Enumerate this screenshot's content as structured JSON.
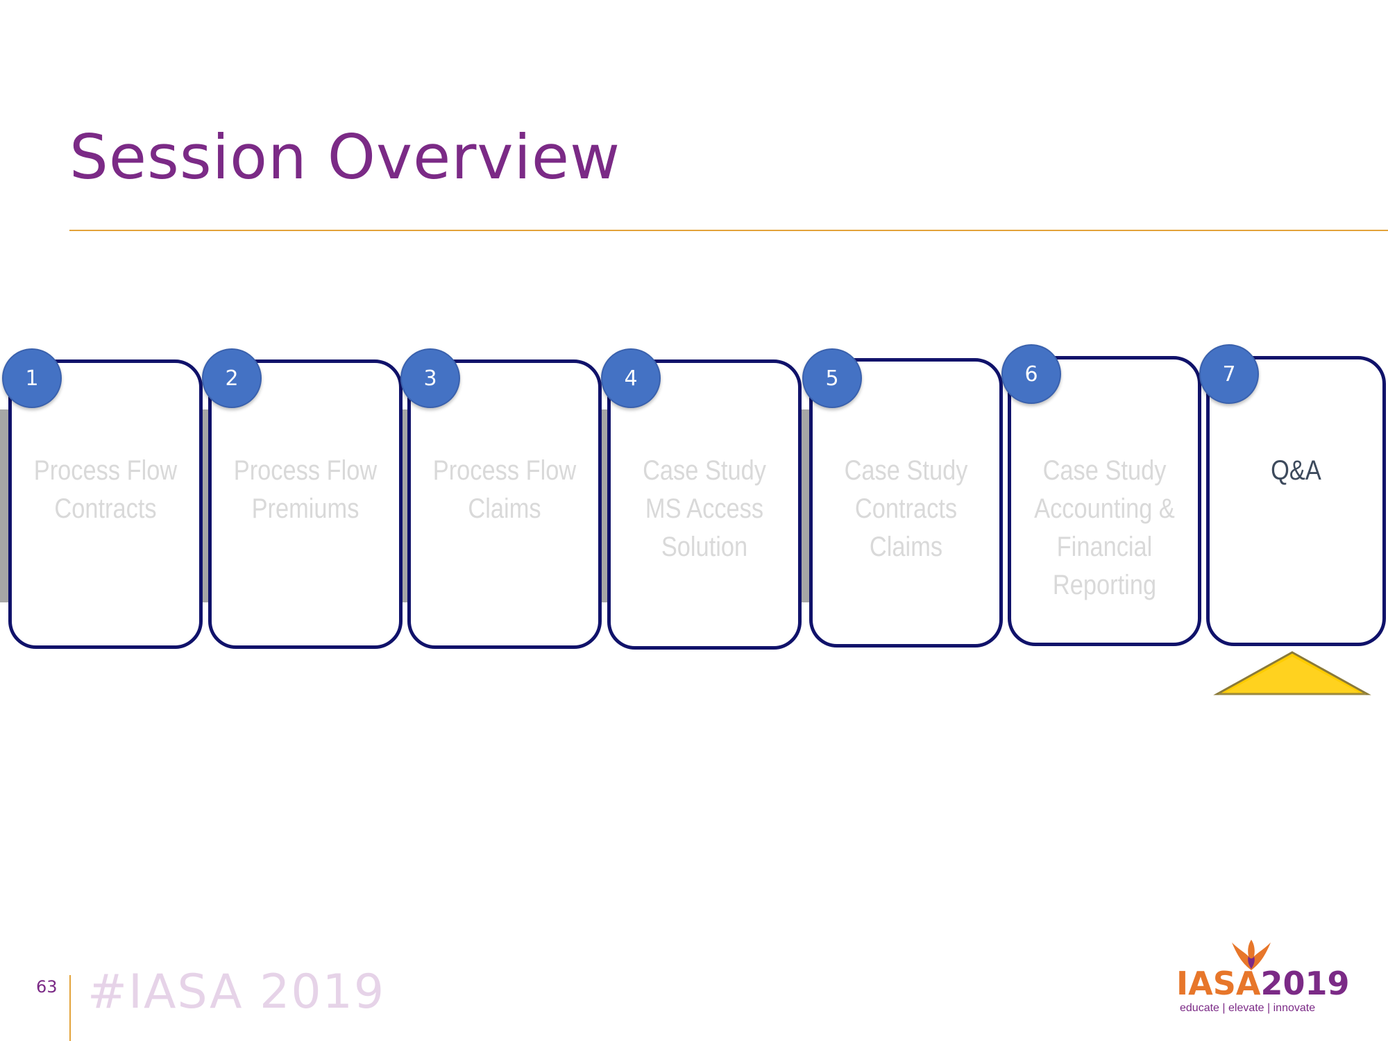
{
  "slide": {
    "title": "Session Overview",
    "page_number": "63",
    "hashtag": "#IASA 2019"
  },
  "colors": {
    "title": "#7b2a86",
    "accent_rule": "#e3a33a",
    "card_border": "#10126a",
    "badge": "#4472c4",
    "inactive_text": "#d9d9d9",
    "active_text": "#3d4a5c",
    "marker": "#ffcc00"
  },
  "agenda": [
    {
      "number": "1",
      "lines": [
        "Process Flow",
        "Contracts"
      ],
      "active": false
    },
    {
      "number": "2",
      "lines": [
        "Process Flow",
        "Premiums"
      ],
      "active": false
    },
    {
      "number": "3",
      "lines": [
        "Process Flow",
        "Claims"
      ],
      "active": false
    },
    {
      "number": "4",
      "lines": [
        "Case Study",
        "MS Access",
        "Solution"
      ],
      "active": false
    },
    {
      "number": "5",
      "lines": [
        "Case Study",
        "Contracts",
        "Claims"
      ],
      "active": false
    },
    {
      "number": "6",
      "lines": [
        "Case Study",
        "Accounting &",
        "Financial",
        "Reporting"
      ],
      "active": false
    },
    {
      "number": "7",
      "lines": [
        "Q&A"
      ],
      "active": true
    }
  ],
  "logo": {
    "word_iasa": "IASA",
    "word_year": "2019",
    "tagline": "educate | elevate | innovate"
  },
  "icons": {
    "current_marker": "up-triangle-marker-icon",
    "logo_bird": "phoenix-icon"
  }
}
